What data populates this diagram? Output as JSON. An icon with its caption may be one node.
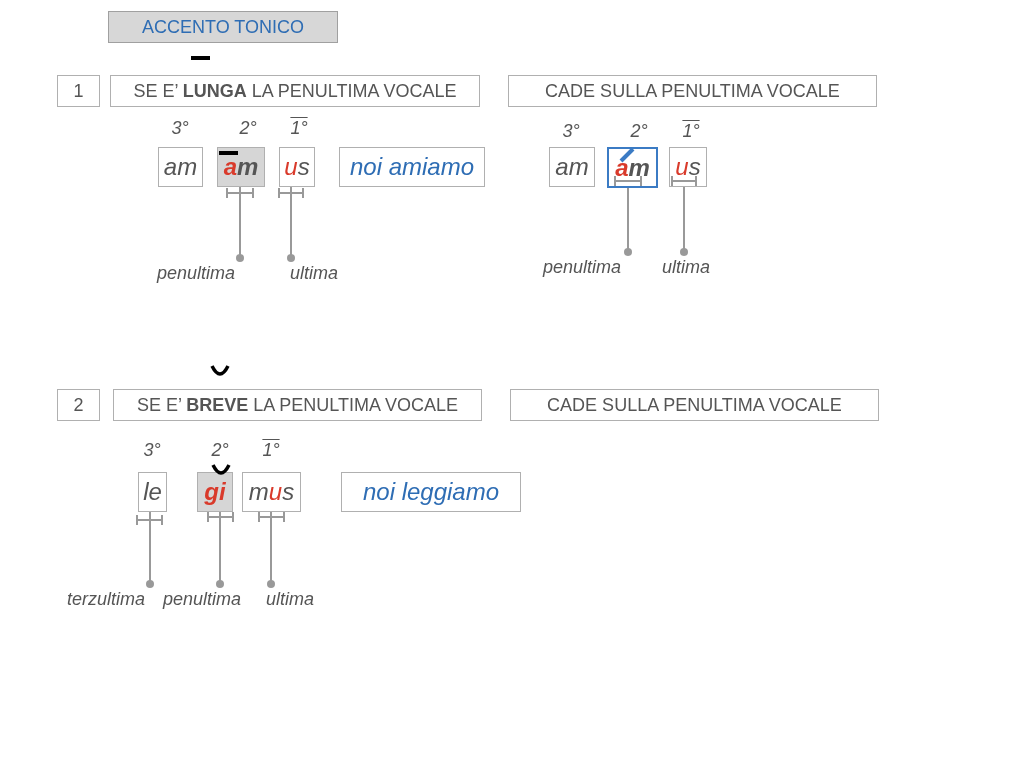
{
  "diagram": {
    "title": "ACCENTO TONICO",
    "nodes": [
      {
        "text": [
          "1"
        ]
      },
      {
        "text": [
          "SE E’ **LUNGA** LA PENULTIMA VOCALE"
        ]
      },
      {
        "text": [
          "CADE SULLA PENULTIMA VOCALE"
        ]
      },
      {
        "text": [
          "am"
        ],
        "beside": [
          "3°"
        ]
      },
      {
        "text": [
          "am"
        ],
        "beside": [
          "2°"
        ]
      },
      {
        "text": [
          "us"
        ],
        "beside": [
          "1°"
        ]
      },
      {
        "text": [
          "noi amiamo"
        ]
      },
      {
        "text": [
          "am"
        ],
        "beside": [
          "3°"
        ]
      },
      {
        "text": [
          "am"
        ],
        "beside": [
          "2°"
        ]
      },
      {
        "text": [
          "us"
        ],
        "beside": [
          "1°"
        ]
      },
      {
        "text": [
          "penultima"
        ]
      },
      {
        "text": [
          "ultima"
        ]
      },
      {
        "text": [
          "penultima"
        ]
      },
      {
        "text": [
          "ultima"
        ]
      },
      {
        "text": [
          "2"
        ]
      },
      {
        "text": [
          "SE E’ **BREVE** LA PENULTIMA VOCALE"
        ]
      },
      {
        "text": [
          "CADE SULLA PENULTIMA VOCALE"
        ]
      },
      {
        "text": [
          "le"
        ],
        "beside": [
          "3°"
        ]
      },
      {
        "text": [
          "gi"
        ],
        "beside": [
          "2°"
        ]
      },
      {
        "text": [
          "mus"
        ],
        "beside": [
          "1°"
        ]
      },
      {
        "text": [
          "noi leggiamo"
        ]
      },
      {
        "text": [
          "terzultima"
        ]
      },
      {
        "text": [
          "penultima"
        ]
      },
      {
        "text": [
          "ultima"
        ]
      }
    ],
    "edges": [
      {
        "from": 10,
        "to": 4,
        "arrow": "other"
      },
      {
        "from": 11,
        "to": 5,
        "arrow": "other"
      },
      {
        "from": 12,
        "to": 8,
        "arrow": "other"
      },
      {
        "from": 13,
        "to": 9,
        "arrow": "other"
      },
      {
        "from": 21,
        "to": 17,
        "arrow": "other"
      },
      {
        "from": 22,
        "to": 18,
        "arrow": "other"
      },
      {
        "from": 23,
        "to": 19,
        "arrow": "other"
      }
    ]
  }
}
